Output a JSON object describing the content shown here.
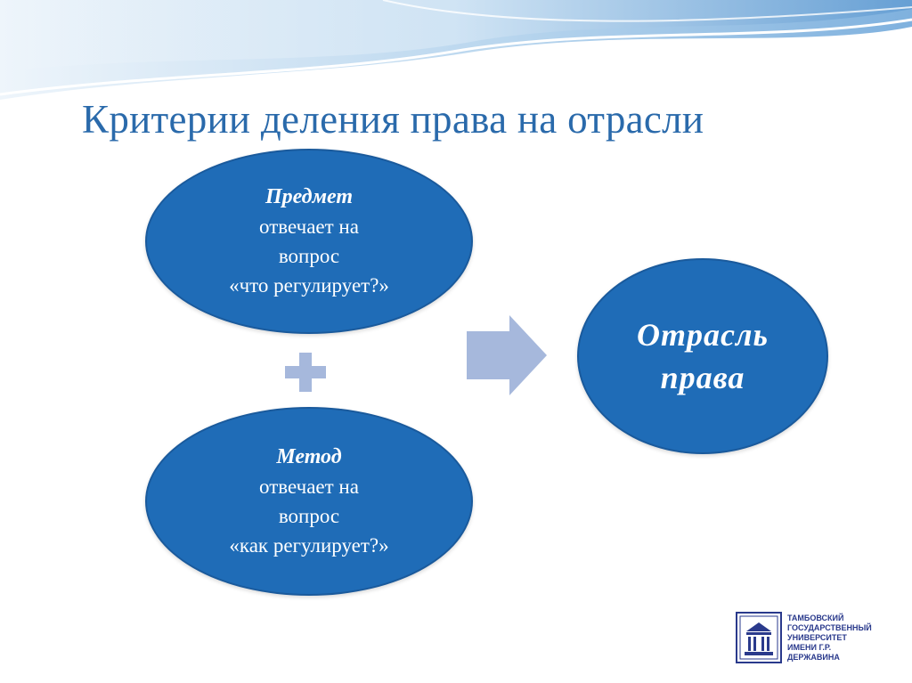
{
  "slide": {
    "title": "Критерии деления права на отрасли"
  },
  "diagram": {
    "subject": {
      "heading": "Предмет",
      "line1": "отвечает на",
      "line2": "вопрос",
      "line3": "«что регулирует?»"
    },
    "operator": "plus-icon",
    "method": {
      "heading": "Метод",
      "line1": "отвечает на",
      "line2": "вопрос",
      "line3": "«как регулирует?»"
    },
    "connector": "arrow-right-icon",
    "result": {
      "line1": "Отрасль",
      "line2": "права"
    }
  },
  "logo": {
    "line1": "Тамбовский",
    "line2": "государственный",
    "line3": "университет",
    "line4": "имени Г.Р. Державина"
  },
  "colors": {
    "oval_fill": "#1f6cb7",
    "title_text": "#2a6aab",
    "plus_fill": "#a6b8dc",
    "arrow_fill": "#a6b8dc",
    "logo_blue": "#2a3a8c"
  }
}
